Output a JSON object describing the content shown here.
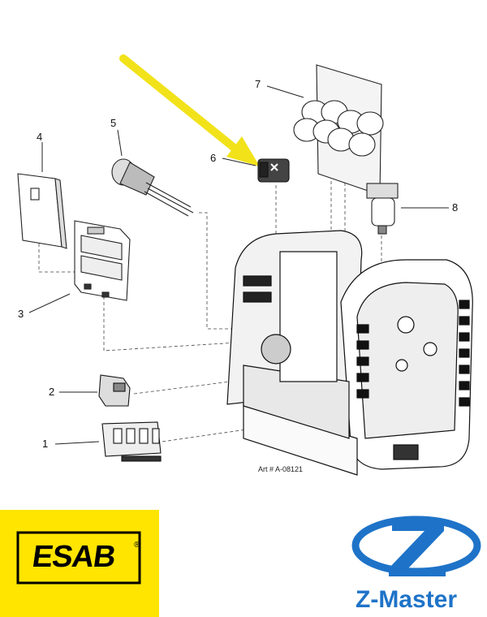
{
  "callouts": [
    {
      "id": "1",
      "label": "1"
    },
    {
      "id": "2",
      "label": "2"
    },
    {
      "id": "3",
      "label": "3"
    },
    {
      "id": "4",
      "label": "4"
    },
    {
      "id": "5",
      "label": "5"
    },
    {
      "id": "6",
      "label": "6"
    },
    {
      "id": "7",
      "label": "7"
    },
    {
      "id": "8",
      "label": "8"
    }
  ],
  "art_reference": "Art # A-08121",
  "esab_logo": {
    "text": "ESAB",
    "registered": "®",
    "color": "#FFE500"
  },
  "zmaster_logo": {
    "text": "Z-Master",
    "color": "#1E73C8"
  },
  "arrow": {
    "color": "#F2E21A",
    "points_to": "6"
  }
}
